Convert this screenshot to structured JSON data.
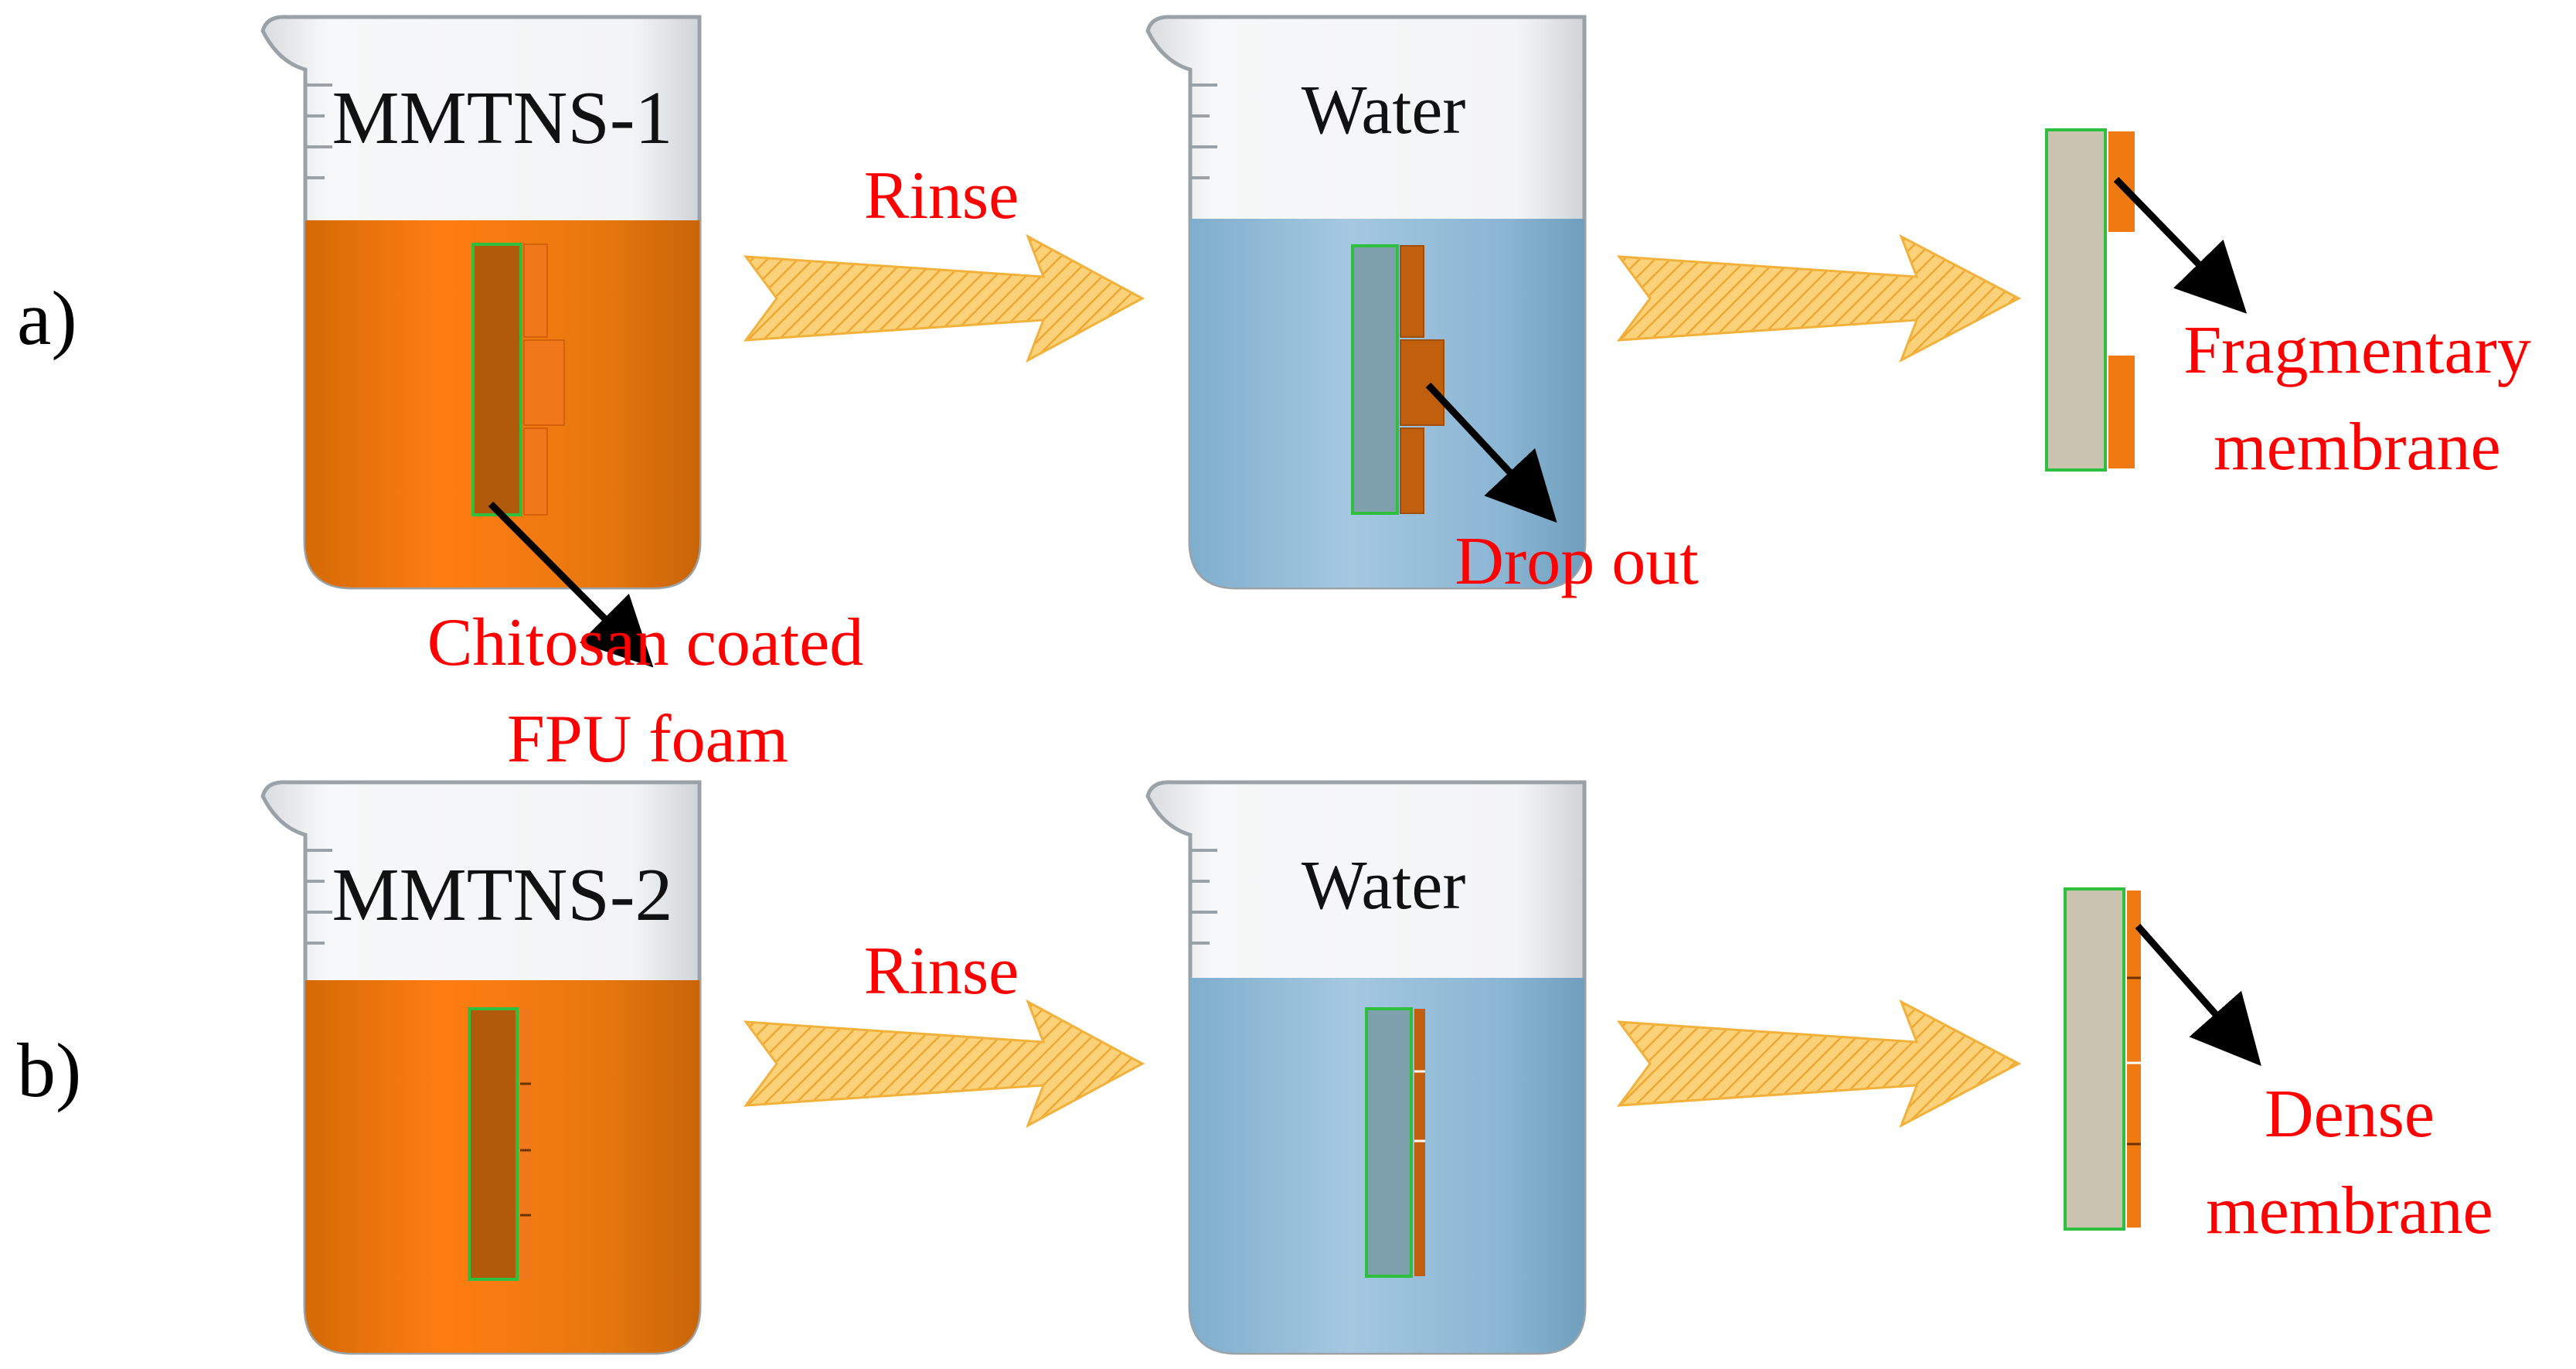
{
  "rows": [
    {
      "label": "a)",
      "beaker1": {
        "name": "MMTNS-1"
      },
      "step1": "Rinse",
      "beaker2": {
        "name": "Water"
      },
      "annotation_beaker1": [
        "Chitosan coated",
        "FPU foam"
      ],
      "annotation_beaker2": "Drop out",
      "result": [
        "Fragmentary",
        "membrane"
      ]
    },
    {
      "label": "b)",
      "beaker1": {
        "name": "MMTNS-2"
      },
      "step1": "Rinse",
      "beaker2": {
        "name": "Water"
      },
      "result": [
        "Dense",
        "membrane"
      ]
    }
  ],
  "colors": {
    "orange_liquid": "#e67a10",
    "orange_dark": "#c96408",
    "water": "#8fb9d6",
    "water_dark": "#6f9fbe",
    "label_red": "#ff0000",
    "arrow_orange": "#f6b93a",
    "foam_green": "#2fbf3f",
    "membrane_orange": "#f07a12",
    "foam_grey": "#c9c3b0"
  }
}
